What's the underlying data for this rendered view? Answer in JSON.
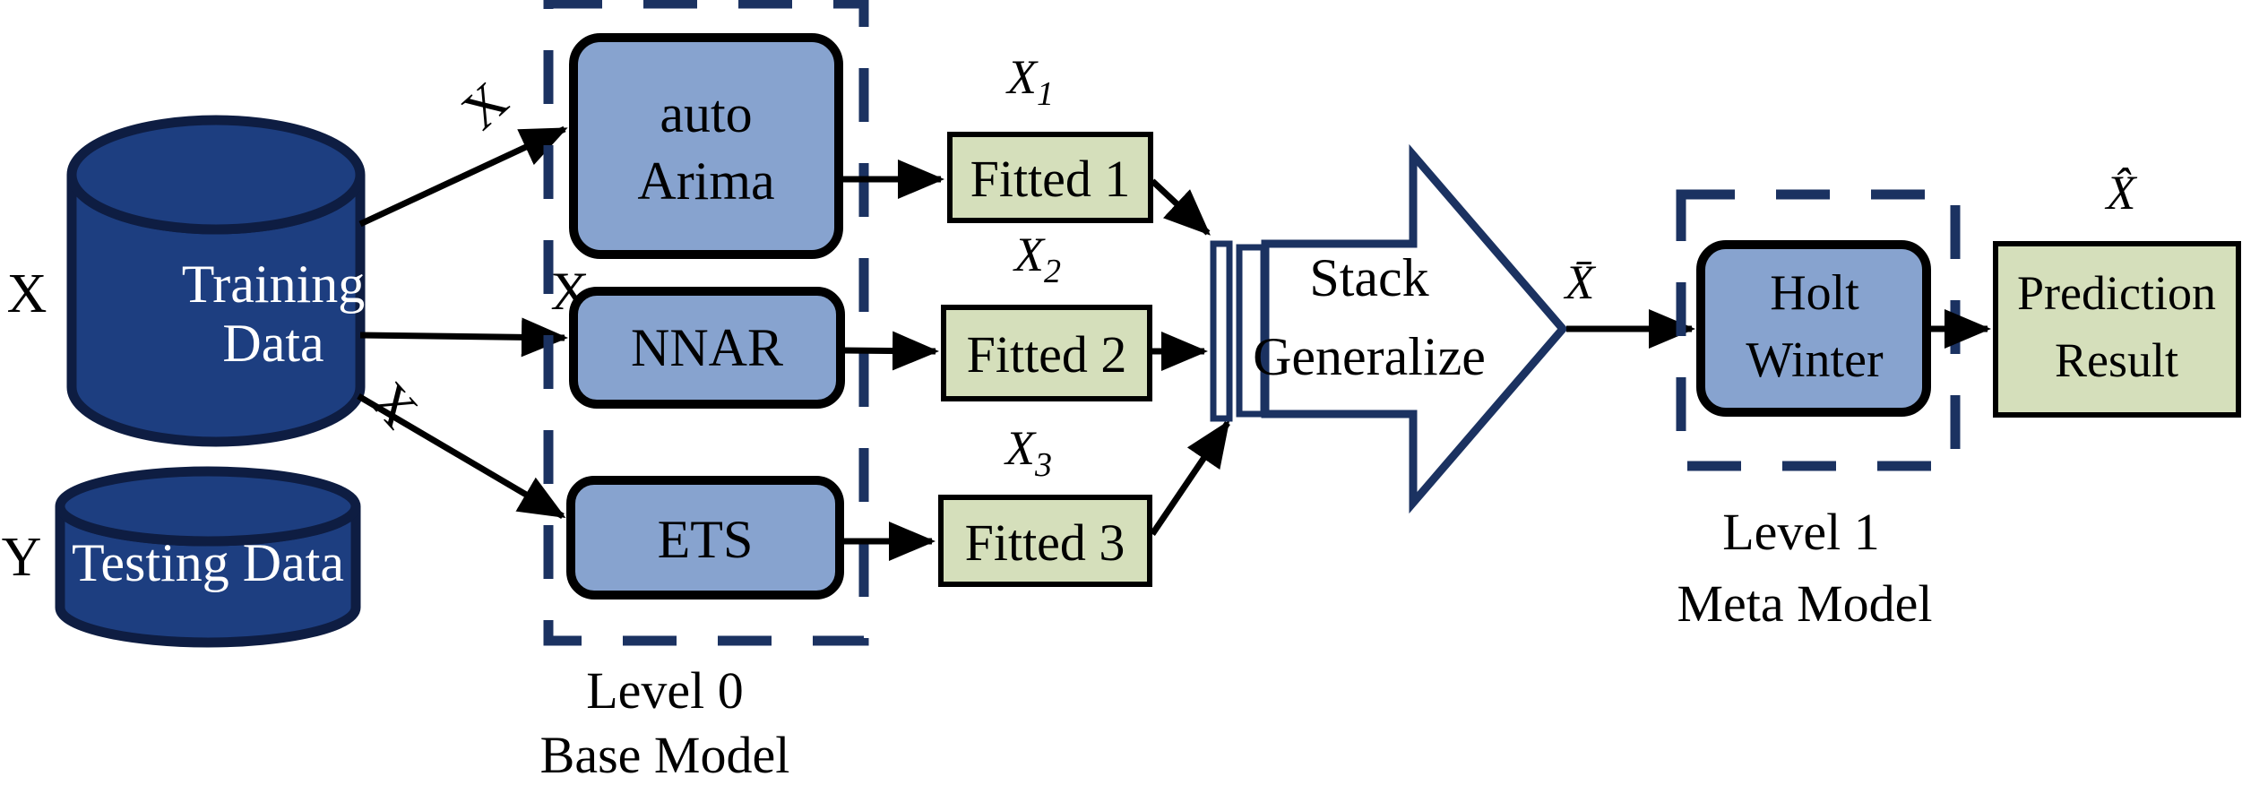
{
  "inputs": {
    "x_label": "X",
    "y_label": "Y",
    "training": {
      "line1": "Training",
      "line2": "Data"
    },
    "testing": {
      "label": "Testing Data"
    }
  },
  "edges": {
    "train_to_arima_label": "X",
    "train_to_nnar_label": "X",
    "train_to_ets_label": "X"
  },
  "level0": {
    "caption_line1": "Level 0",
    "caption_line2": "Base Model",
    "models": [
      {
        "line1": "auto",
        "line2": "Arima"
      },
      {
        "line1": "NNAR"
      },
      {
        "line1": "ETS"
      }
    ]
  },
  "fitted": [
    {
      "label": "Fitted 1",
      "var_base": "X",
      "var_sub": "1"
    },
    {
      "label": "Fitted 2",
      "var_base": "X",
      "var_sub": "2"
    },
    {
      "label": "Fitted 3",
      "var_base": "X",
      "var_sub": "3"
    }
  ],
  "stack": {
    "line1": "Stack",
    "line2": "Generalize",
    "output_var": "X̄"
  },
  "level1": {
    "caption_line1": "Level 1",
    "caption_line2": "Meta Model",
    "model": {
      "line1": "Holt",
      "line2": "Winter"
    }
  },
  "output": {
    "var": "X̂",
    "box_line1": "Prediction",
    "box_line2": "Result"
  },
  "colors": {
    "cylinder_fill": "#1d3e80",
    "cylinder_stroke": "#0e1d42",
    "model_fill": "#87a3cf",
    "fitted_fill": "#d5dfbb",
    "navy": "#1b3261",
    "black": "#000000",
    "white": "#ffffff"
  }
}
